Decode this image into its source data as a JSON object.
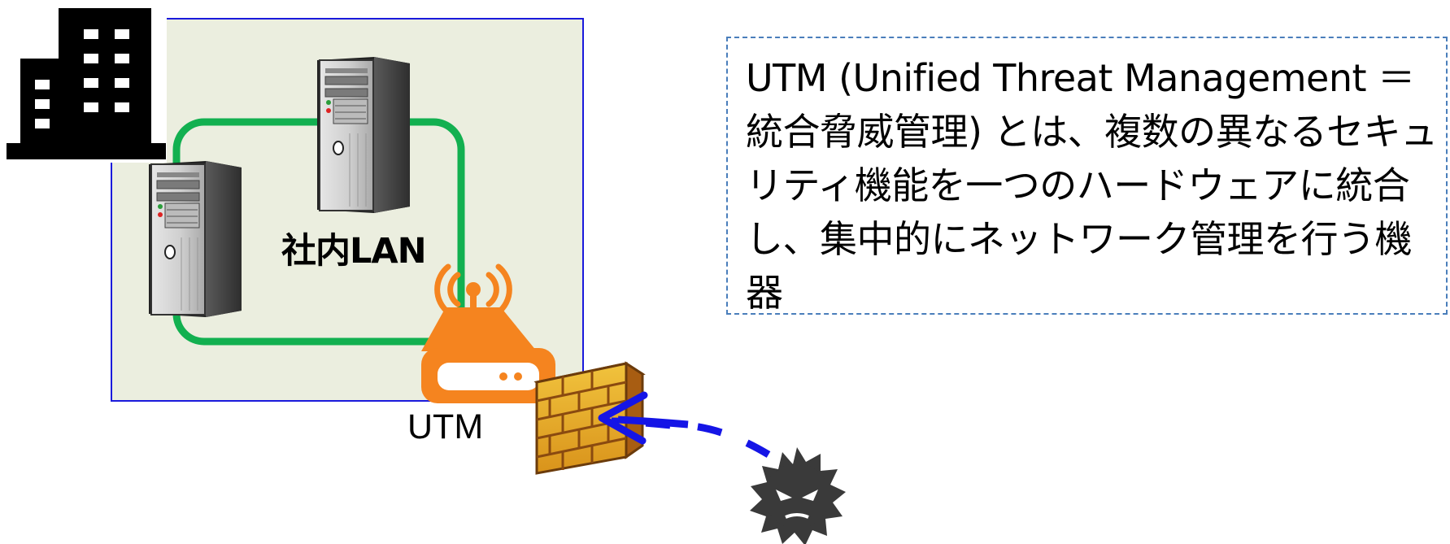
{
  "network": {
    "lan_label": "社内LAN",
    "utm_label": "UTM"
  },
  "description": {
    "text": "UTM (Unified Threat Management ＝統合脅威管理) とは、複数の異なるセキュリティ機能を一つのハードウェアに統合し、集中的にネットワーク管理を行う機器"
  },
  "icons": [
    "office-building-icon",
    "server-tower-icon",
    "wireless-router-icon",
    "firewall-icon",
    "virus-threat-icon",
    "attack-arrow"
  ],
  "colors": {
    "lan_area_fill": "#ebeedf",
    "lan_area_border": "#1a1adc",
    "lan_line": "#12b050",
    "router": "#f5841f",
    "arrow": "#1515e6",
    "box_border": "#4a7ebb"
  }
}
